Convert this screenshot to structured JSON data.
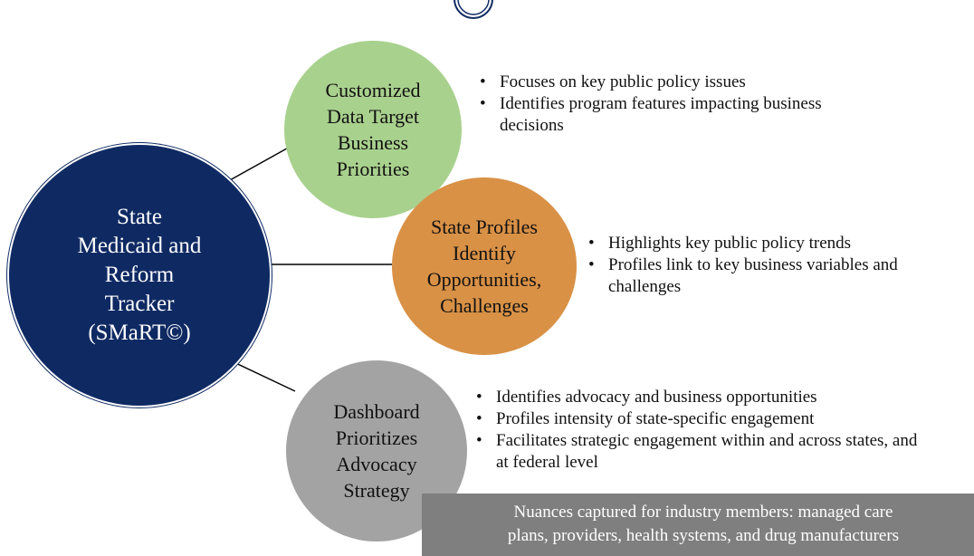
{
  "main_circle": {
    "text": "State\nMedicaid and\nReform\nTracker\n(SMaRT©)",
    "color": "#0f2a63"
  },
  "nodes": [
    {
      "text": "Customized\nData Target\nBusiness\nPriorities",
      "color": "#a9d18e",
      "bullets": [
        "Focuses on key public policy issues",
        "Identifies program features impacting business decisions"
      ]
    },
    {
      "text": "State Profiles\nIdentify\nOpportunities,\nChallenges",
      "color": "#d99146",
      "bullets": [
        "Highlights key public policy trends",
        "Profiles link to key business variables and challenges"
      ]
    },
    {
      "text": "Dashboard\nPrioritizes\nAdvocacy\nStrategy",
      "color": "#a3a3a3",
      "bullets": [
        "Identifies advocacy and business opportunities",
        "Profiles intensity of state-specific engagement",
        "Facilitates strategic engagement within and across states, and at federal level"
      ]
    }
  ],
  "note": {
    "text": "Nuances captured for industry members: managed care\nplans, providers, health systems, and drug manufacturers",
    "color": "#7f7f7f"
  }
}
